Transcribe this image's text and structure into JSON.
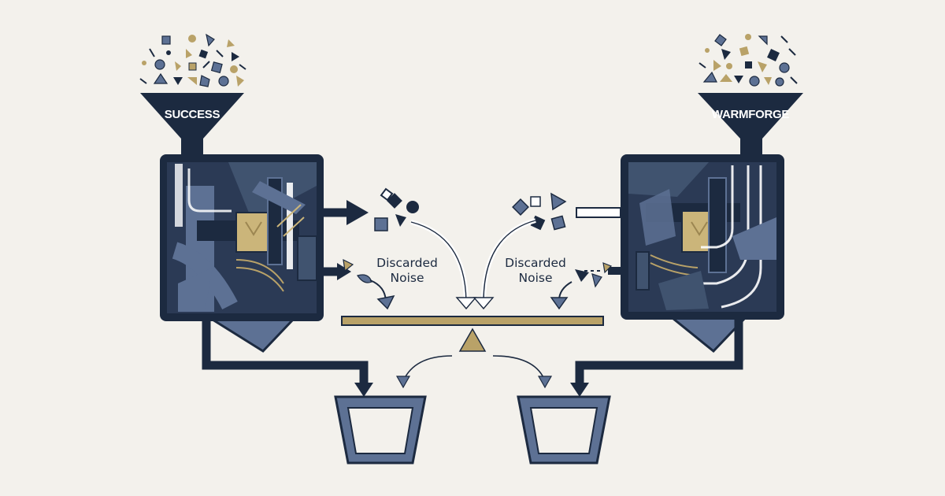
{
  "funnels": {
    "left": {
      "label": "SUCCESS"
    },
    "right": {
      "label": "WARMFORGE"
    }
  },
  "noise": {
    "left": {
      "line1": "Discarded",
      "line2": "Noise"
    },
    "right": {
      "line1": "Discarded",
      "line2": "Noise"
    }
  },
  "colors": {
    "background": "#f3f1ec",
    "navy": "#1c2a40",
    "slate": "#5d7194",
    "gold": "#b9a268",
    "gold_bright": "#cbb57a",
    "panel": "#2b3a55"
  },
  "icons": {
    "balance": "balance-scale-icon",
    "bins": "output-bin-icon",
    "machines": "processing-machine-icon"
  }
}
